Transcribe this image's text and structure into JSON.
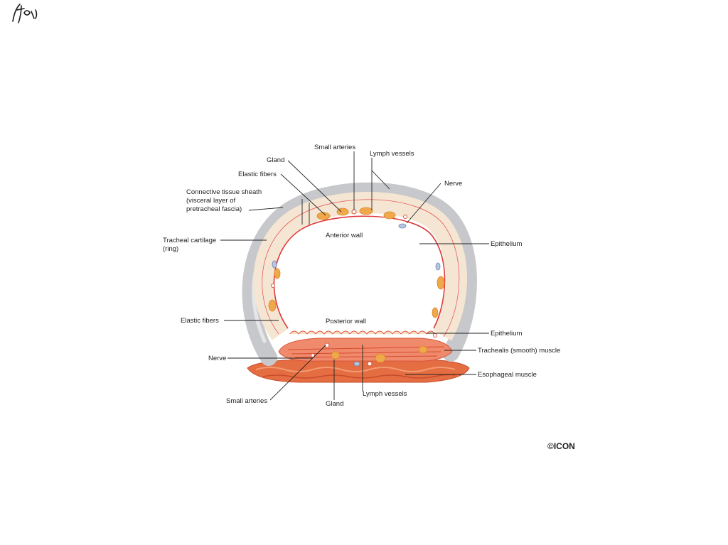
{
  "labels": {
    "small_arteries_top": "Small arteries",
    "lymph_vessels_top": "Lymph vessels",
    "gland_top": "Gland",
    "elastic_fibers_top": "Elastic fibers",
    "nerve_right": "Nerve",
    "connective_sheath_line1": "Connective tissue sheath",
    "connective_sheath_line2": "(visceral layer of",
    "connective_sheath_line3": "pretracheal fascia)",
    "anterior_wall": "Anterior wall",
    "tracheal_cartilage_line1": "Tracheal cartilage",
    "tracheal_cartilage_line2": "(ring)",
    "epithelium_top": "Epithelium",
    "elastic_fibers_left": "Elastic fibers",
    "posterior_wall": "Posterior wall",
    "epithelium_bottom": "Epithelium",
    "trachealis_muscle": "Trachealis (smooth) muscle",
    "nerve_left": "Nerve",
    "esophageal_muscle": "Esophageal muscle",
    "small_arteries_bottom": "Small arteries",
    "gland_bottom": "Gland",
    "lymph_vessels_bottom": "Lymph vessels"
  },
  "signature": {
    "logo_text": "©ICON"
  },
  "colors": {
    "cartilage": "#c9c9cc",
    "mucosa": "#f6e9d8",
    "epithelium_line": "#e0383a",
    "gland": "#f0a94a",
    "muscle": "#e46a48",
    "esophageal_muscle": "#e66c3f"
  }
}
